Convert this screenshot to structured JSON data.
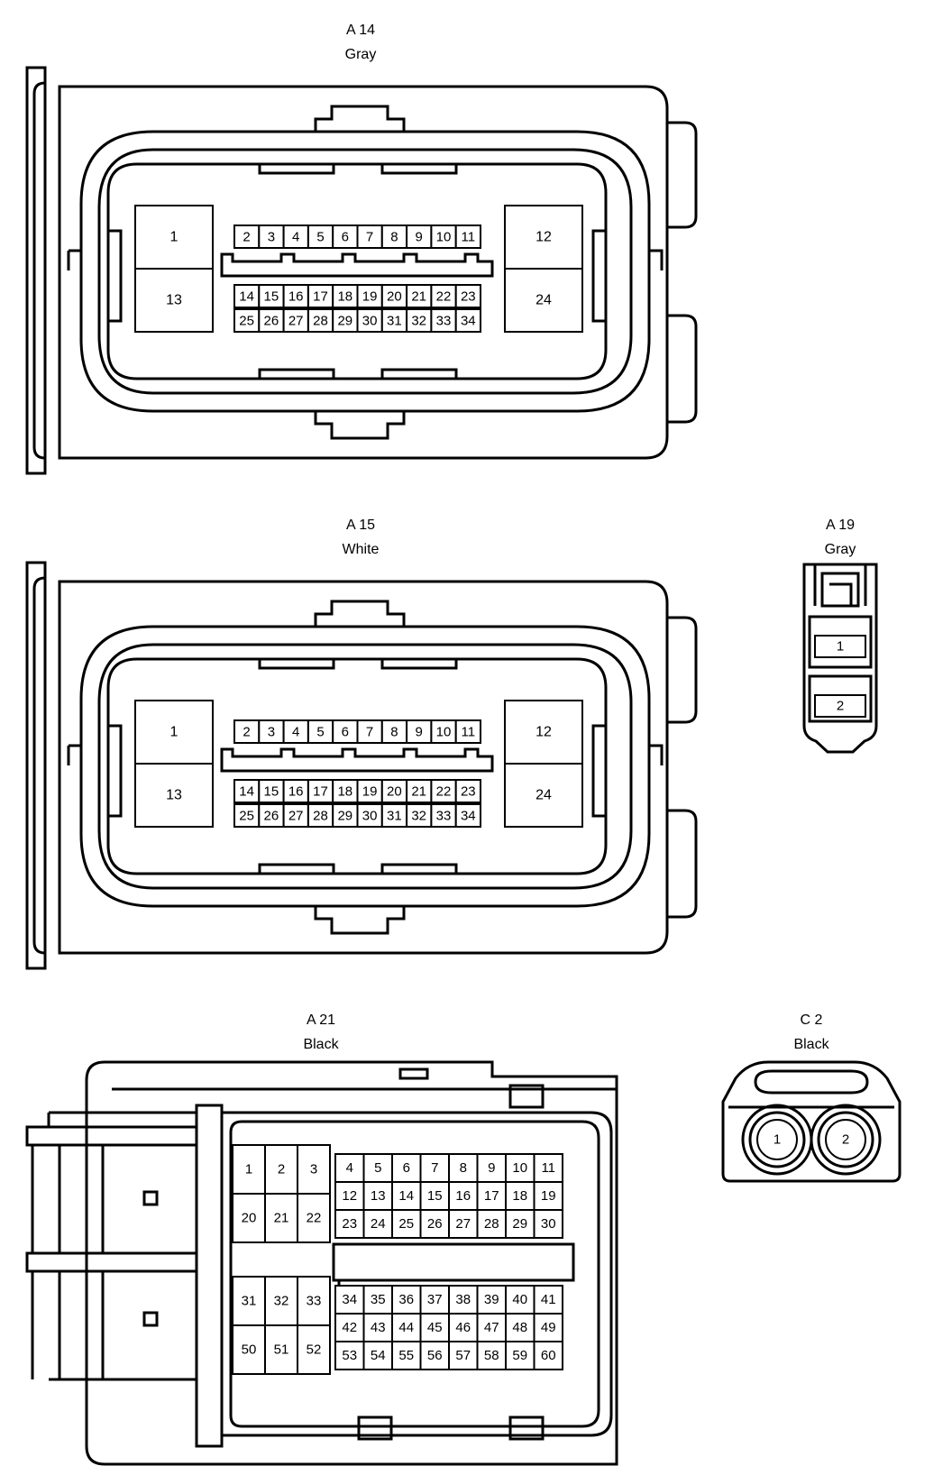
{
  "connectors": {
    "a14": {
      "id": "A 14",
      "color": "Gray",
      "pins_large": [
        "1",
        "13",
        "12",
        "24"
      ],
      "pins_top": [
        "2",
        "3",
        "4",
        "5",
        "6",
        "7",
        "8",
        "9",
        "10",
        "11"
      ],
      "pins_mid": [
        "14",
        "15",
        "16",
        "17",
        "18",
        "19",
        "20",
        "21",
        "22",
        "23"
      ],
      "pins_bot": [
        "25",
        "26",
        "27",
        "28",
        "29",
        "30",
        "31",
        "32",
        "33",
        "34"
      ]
    },
    "a15": {
      "id": "A 15",
      "color": "White",
      "pins_large": [
        "1",
        "13",
        "12",
        "24"
      ],
      "pins_top": [
        "2",
        "3",
        "4",
        "5",
        "6",
        "7",
        "8",
        "9",
        "10",
        "11"
      ],
      "pins_mid": [
        "14",
        "15",
        "16",
        "17",
        "18",
        "19",
        "20",
        "21",
        "22",
        "23"
      ],
      "pins_bot": [
        "25",
        "26",
        "27",
        "28",
        "29",
        "30",
        "31",
        "32",
        "33",
        "34"
      ]
    },
    "a19": {
      "id": "A 19",
      "color": "Gray",
      "pins": [
        "1",
        "2"
      ]
    },
    "a21": {
      "id": "A 21",
      "color": "Black",
      "left_top": [
        [
          "1",
          "2",
          "3"
        ],
        [
          "20",
          "21",
          "22"
        ]
      ],
      "left_bot": [
        [
          "31",
          "32",
          "33"
        ],
        [
          "50",
          "51",
          "52"
        ]
      ],
      "right_top": [
        [
          "4",
          "5",
          "6",
          "7",
          "8",
          "9",
          "10",
          "11"
        ],
        [
          "12",
          "13",
          "14",
          "15",
          "16",
          "17",
          "18",
          "19"
        ],
        [
          "23",
          "24",
          "25",
          "26",
          "27",
          "28",
          "29",
          "30"
        ]
      ],
      "right_bot": [
        [
          "34",
          "35",
          "36",
          "37",
          "38",
          "39",
          "40",
          "41"
        ],
        [
          "42",
          "43",
          "44",
          "45",
          "46",
          "47",
          "48",
          "49"
        ],
        [
          "53",
          "54",
          "55",
          "56",
          "57",
          "58",
          "59",
          "60"
        ]
      ]
    },
    "c2": {
      "id": "C 2",
      "color": "Black",
      "pins": [
        "1",
        "2"
      ]
    }
  }
}
